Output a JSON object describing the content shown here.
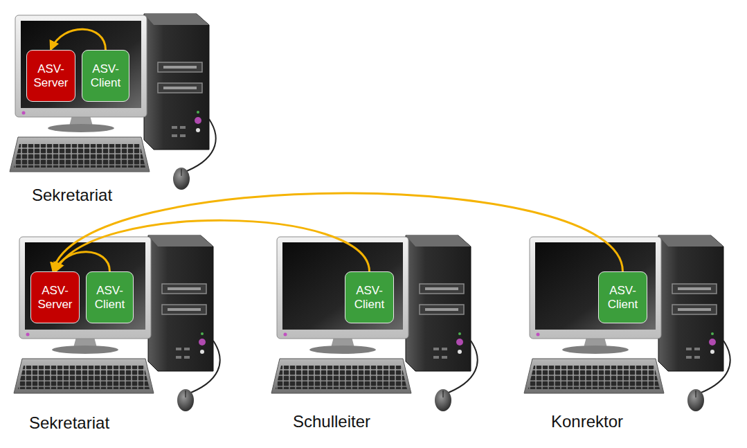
{
  "diagram": {
    "nodes": [
      {
        "text": [
          "ASV- Server"
        ]
      },
      {
        "text": [
          "ASV- Client"
        ]
      },
      {
        "text": [
          "ASV- Server"
        ]
      },
      {
        "text": [
          "ASV- Client"
        ]
      },
      {
        "text": [
          "ASV- Client"
        ]
      },
      {
        "text": [
          "ASV- Client"
        ]
      }
    ],
    "edges": [
      {
        "from": 1,
        "to": 0,
        "arrow": "to"
      },
      {
        "from": 3,
        "to": 2,
        "arrow": "to"
      },
      {
        "from": 4,
        "to": 2,
        "arrow": "to"
      },
      {
        "from": 5,
        "to": 2,
        "arrow": "to"
      }
    ],
    "labels": [
      "Sekretariat",
      "Sekretariat",
      "Schulleiter",
      "Konrektor"
    ]
  }
}
